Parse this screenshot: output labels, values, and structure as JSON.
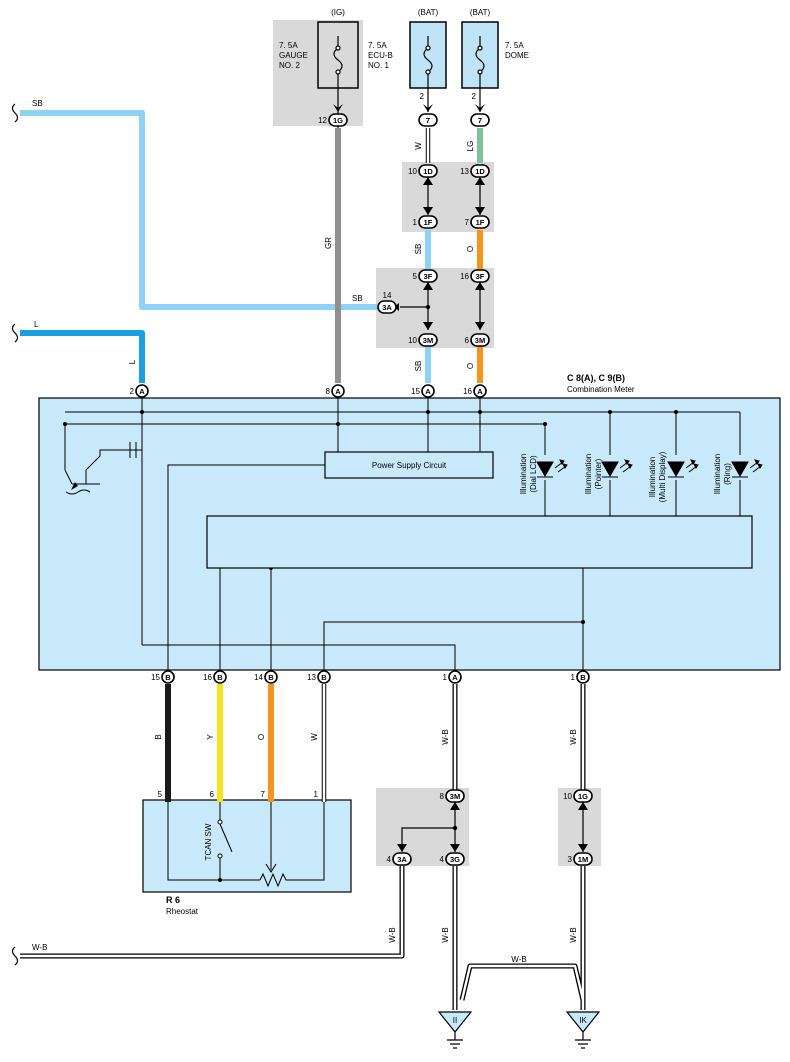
{
  "colors": {
    "SB": "#8fd3f4",
    "L": "#1aa0e2",
    "GR": "#909090",
    "O": "#f7941d",
    "LG": "#7cc49a",
    "Y": "#f7e21d",
    "B": "#1a1a1a",
    "box_fill": "#c8e9f9",
    "splice_fill": "#d9d9d9"
  },
  "fuses": [
    {
      "source": "(IG)",
      "rating": "7. 5A",
      "name1": "GAUGE",
      "name2": "NO. 2",
      "pin": "12",
      "conn": "1G"
    },
    {
      "source": "(BAT)",
      "rating": "7. 5A",
      "name1": "ECU-B",
      "name2": "NO. 1",
      "pin": "2",
      "conn": "7"
    },
    {
      "source": "(BAT)",
      "rating": "7. 5A",
      "name1": "DOME",
      "name2": "",
      "pin": "2",
      "conn": "7"
    }
  ],
  "wire_labels": {
    "sb_left": "SB",
    "sb_mid": "SB",
    "l_left": "L",
    "l_vert": "L",
    "gr": "GR",
    "w_top": "W",
    "lg_top": "LG",
    "sb_1f": "SB",
    "o_1f": "O",
    "sb_3m": "SB",
    "o_3m": "O",
    "b_r6": "B",
    "y_r6": "Y",
    "o_r6": "O",
    "w_r6": "W",
    "wb_1a": "W-B",
    "wb_1b": "W-B",
    "wb_3a": "W-B",
    "wb_3g": "W-B",
    "wb_1m": "W-B",
    "wb_left": "W-B",
    "wb_ground": "W-B"
  },
  "splices": {
    "ecu_1d": {
      "pin": "10",
      "conn": "1D"
    },
    "dome_1d": {
      "pin": "13",
      "conn": "1D"
    },
    "ecu_1f": {
      "pin": "1",
      "conn": "1F"
    },
    "dome_1f": {
      "pin": "7",
      "conn": "1F"
    },
    "sb_3f": {
      "pin": "5",
      "conn": "3F"
    },
    "o_3f": {
      "pin": "16",
      "conn": "3F"
    },
    "sb_3a": {
      "pin": "14",
      "conn": "3A"
    },
    "sb_3m": {
      "pin": "10",
      "conn": "3M"
    },
    "o_3m": {
      "pin": "6",
      "conn": "3M"
    },
    "g_3m": {
      "pin": "8",
      "conn": "3M"
    },
    "g_3a": {
      "pin": "4",
      "conn": "3A"
    },
    "g_3g": {
      "pin": "4",
      "conn": "3G"
    },
    "g_1g": {
      "pin": "10",
      "conn": "1G"
    },
    "g_1m": {
      "pin": "3",
      "conn": "1M"
    }
  },
  "meter": {
    "ref": "C 8(A), C 9(B)",
    "name": "Combination Meter",
    "psc": "Power Supply Circuit",
    "top_pins": [
      {
        "num": "2",
        "conn": "A"
      },
      {
        "num": "8",
        "conn": "A"
      },
      {
        "num": "15",
        "conn": "A"
      },
      {
        "num": "16",
        "conn": "A"
      }
    ],
    "bottom_pins": [
      {
        "num": "15",
        "conn": "B"
      },
      {
        "num": "16",
        "conn": "B"
      },
      {
        "num": "14",
        "conn": "B"
      },
      {
        "num": "13",
        "conn": "B"
      },
      {
        "num": "1",
        "conn": "A"
      },
      {
        "num": "1",
        "conn": "B"
      }
    ],
    "illum": [
      {
        "l1": "Illumination",
        "l2": "(Dial LCD)"
      },
      {
        "l1": "Illumination",
        "l2": "(Pointer)"
      },
      {
        "l1": "Illumination",
        "l2": "(Multi Display)"
      },
      {
        "l1": "Illumination",
        "l2": "(Ring)"
      }
    ]
  },
  "rheostat": {
    "ref": "R 6",
    "name": "Rheostat",
    "switch": "TCAN SW",
    "pins": [
      "5",
      "6",
      "7",
      "1"
    ]
  },
  "grounds": [
    "II",
    "IK"
  ]
}
